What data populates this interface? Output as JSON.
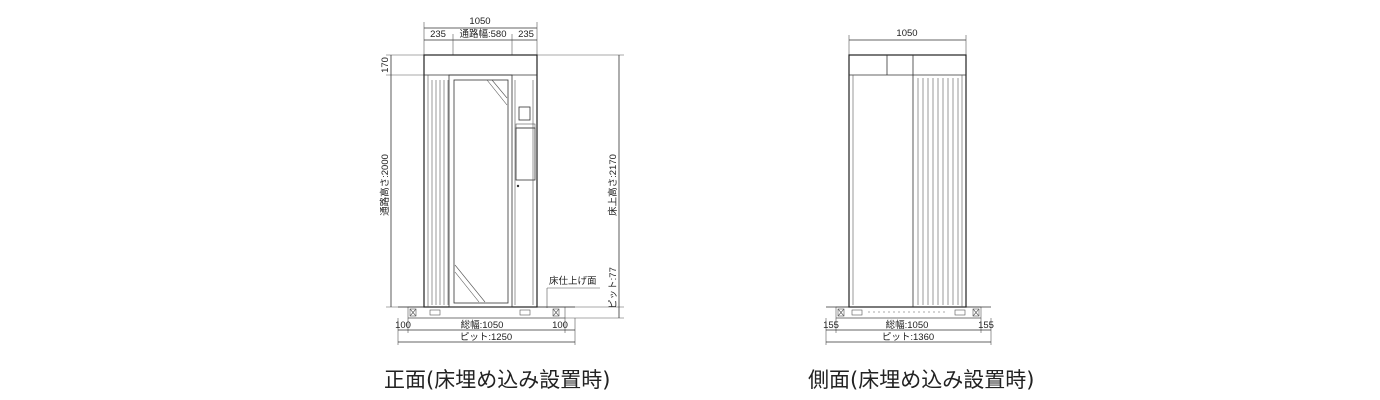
{
  "front": {
    "caption": "正面(床埋め込み設置時)",
    "width_top": "1050",
    "side_left": "235",
    "passage_width": "通路幅:580",
    "side_right": "235",
    "top_height": "170",
    "passage_height": "通路高さ:2000",
    "floor_height": "床上高さ:2170",
    "floor_finish": "床仕上げ面",
    "pit_depth": "ピット:77",
    "margin_left": "100",
    "total_width": "総幅:1050",
    "margin_right": "100",
    "pit_width": "ピット:1250"
  },
  "side": {
    "caption": "側面(床埋め込み設置時)",
    "width_top": "1050",
    "margin_left": "155",
    "total_width": "総幅:1050",
    "margin_right": "155",
    "pit_width": "ピット:1360"
  }
}
